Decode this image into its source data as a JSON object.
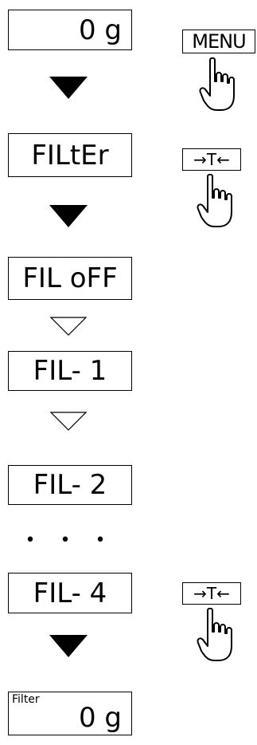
{
  "displays": {
    "d1": "0 g",
    "d2": "FILtEr",
    "d3": "FIL oFF",
    "d4": "FIL- 1",
    "d5": "FIL- 2",
    "d6": "FIL- 4",
    "d7_small": "Filter",
    "d7_main": "0 g"
  },
  "keys": {
    "menu": "MENU",
    "tare": "→T←",
    "tare2": "→T←"
  },
  "ellipsis": "• • •",
  "icons": {
    "step_arrow": "filled-down-triangle-icon",
    "option_arrow": "outline-down-triangle-icon",
    "hand": "pointing-hand-icon"
  }
}
